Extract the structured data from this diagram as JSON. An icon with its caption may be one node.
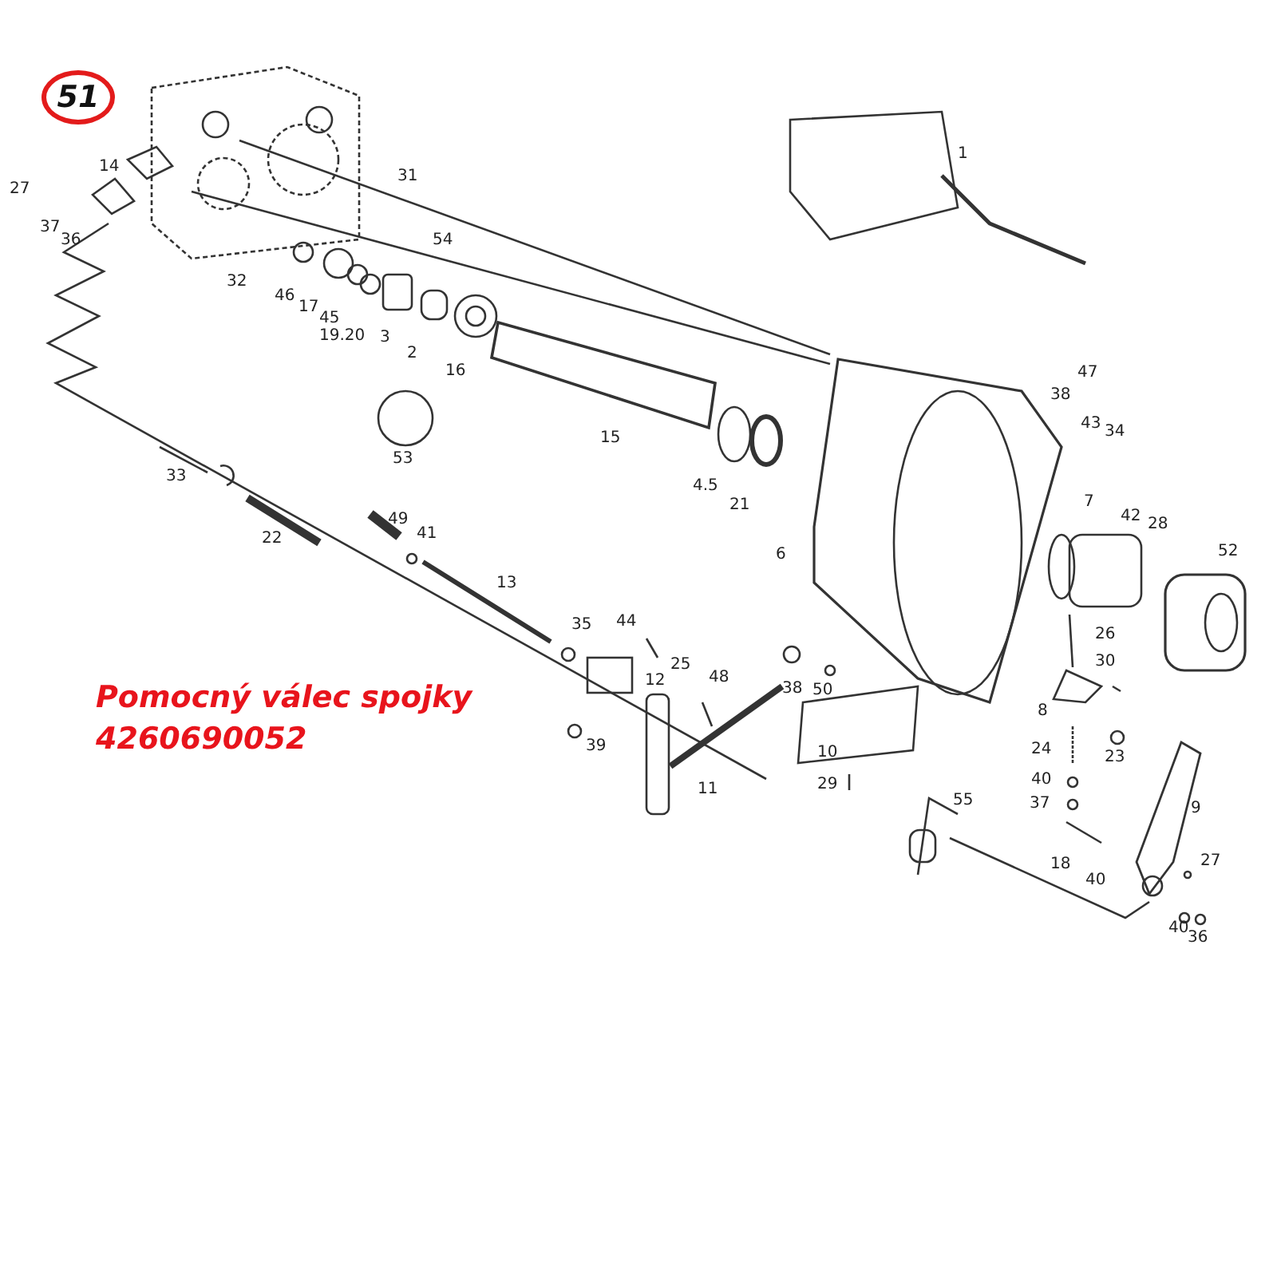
{
  "diagram": {
    "nodes": [
      {
        "text": [
          "51"
        ]
      }
    ],
    "labels": [
      "1",
      "27",
      "14",
      "31",
      "37",
      "36",
      "54",
      "32",
      "46",
      "17",
      "45",
      "19.20",
      "3",
      "2",
      "16",
      "47",
      "38",
      "43",
      "34",
      "15",
      "4.5",
      "21",
      "53",
      "33",
      "22",
      "49",
      "41",
      "7",
      "42",
      "28",
      "52",
      "6",
      "13",
      "35",
      "44",
      "25",
      "26",
      "12",
      "48",
      "38",
      "50",
      "30",
      "8",
      "23",
      "39",
      "10",
      "24",
      "11",
      "29",
      "55",
      "40",
      "9",
      "37",
      "27",
      "18",
      "40",
      "40",
      "36",
      "Pomocný válec spojky",
      "4260690052"
    ]
  }
}
